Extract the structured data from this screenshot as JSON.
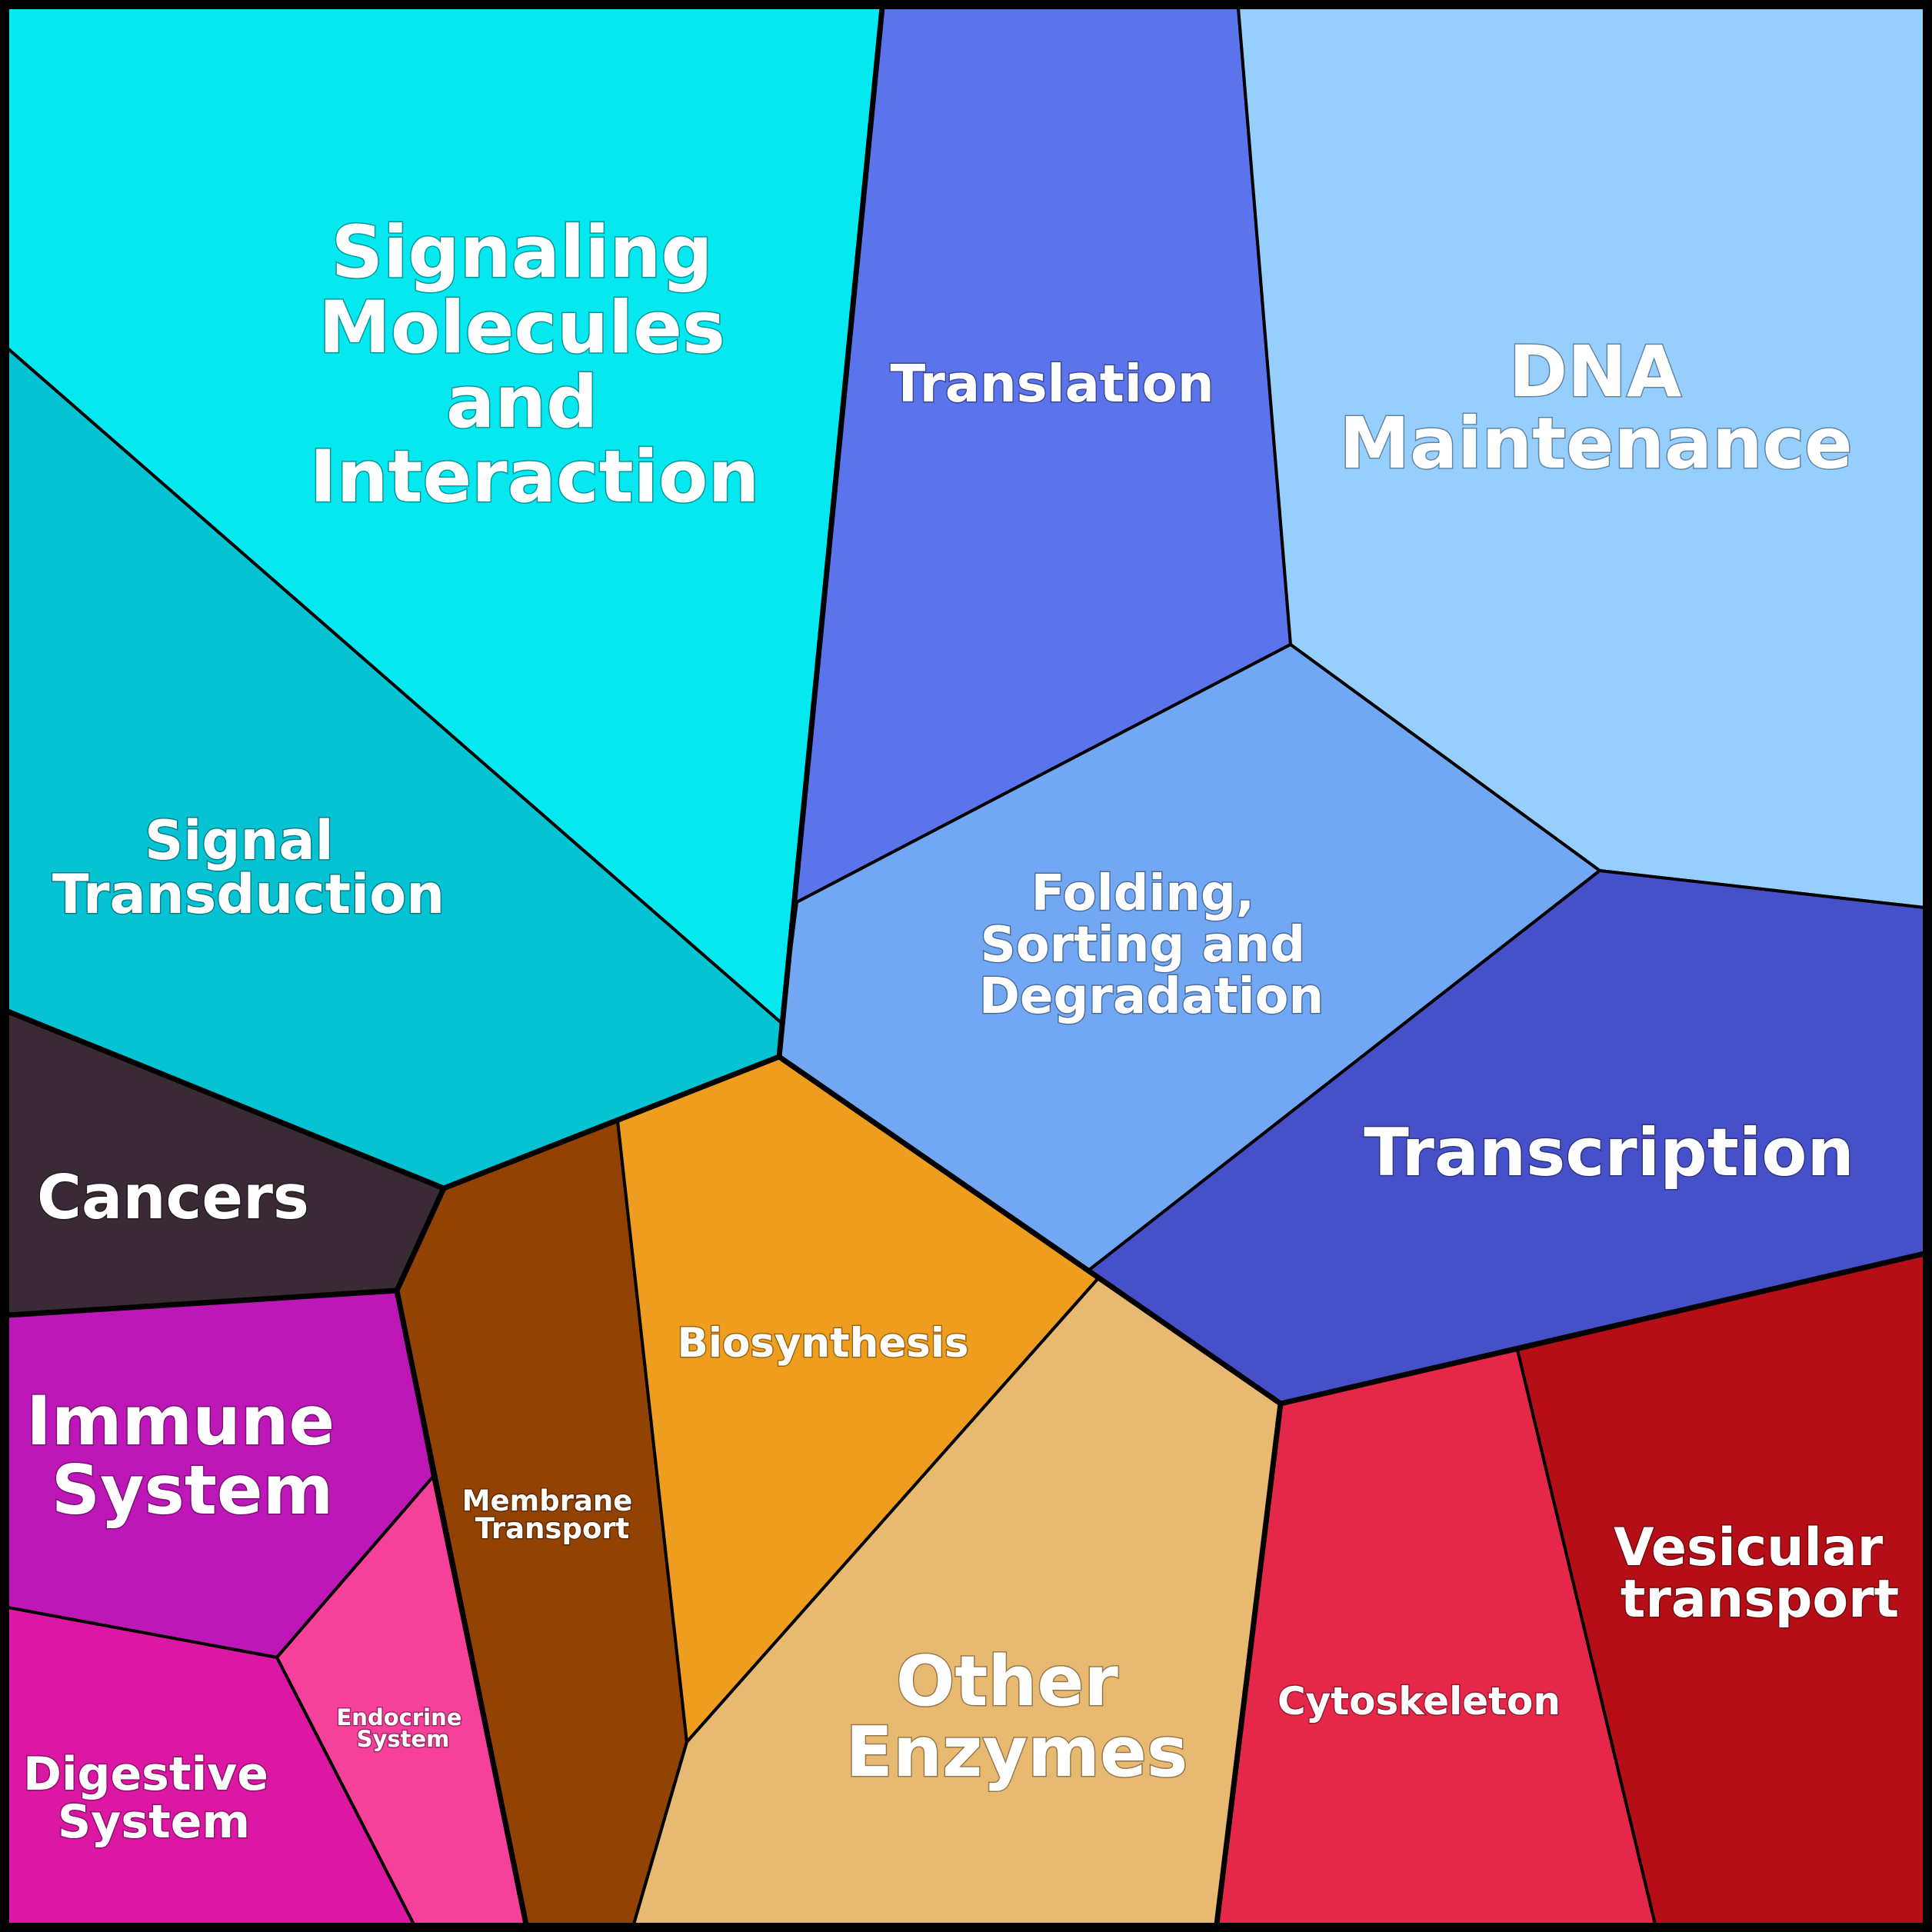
{
  "regions": [
    {
      "id": "signaling-molecules",
      "lines": [
        "Signaling",
        "Molecules",
        "and",
        "Interaction"
      ],
      "color": "#05e8ef"
    },
    {
      "id": "signal-transduction",
      "lines": [
        "Signal",
        "Transduction"
      ],
      "color": "#05c3d3"
    },
    {
      "id": "translation",
      "lines": [
        "Translation"
      ],
      "color": "#5b73eb"
    },
    {
      "id": "dna-maintenance",
      "lines": [
        "DNA",
        "Maintenance"
      ],
      "color": "#96cefd"
    },
    {
      "id": "folding-sorting",
      "lines": [
        "Folding,",
        "Sorting and",
        "Degradation"
      ],
      "color": "#72a8f3"
    },
    {
      "id": "transcription",
      "lines": [
        "Transcription"
      ],
      "color": "#4651c9"
    },
    {
      "id": "cancers",
      "lines": [
        "Cancers"
      ],
      "color": "#3a2a35"
    },
    {
      "id": "immune-system",
      "lines": [
        "Immune",
        "System"
      ],
      "color": "#bd17b7"
    },
    {
      "id": "endocrine-system",
      "lines": [
        "Endocrine",
        "System"
      ],
      "color": "#f6419b"
    },
    {
      "id": "digestive-system",
      "lines": [
        "Digestive",
        "System"
      ],
      "color": "#dc17a3"
    },
    {
      "id": "membrane-transport",
      "lines": [
        "Membrane",
        "Transport"
      ],
      "color": "#924304"
    },
    {
      "id": "biosynthesis",
      "lines": [
        "Biosynthesis"
      ],
      "color": "#ef9d1e"
    },
    {
      "id": "other-enzymes",
      "lines": [
        "Other",
        "Enzymes"
      ],
      "color": "#e8b970"
    },
    {
      "id": "cytoskeleton",
      "lines": [
        "Cytoskeleton"
      ],
      "color": "#e5284a"
    },
    {
      "id": "vesicular-transport",
      "lines": [
        "Vesicular",
        "transport"
      ],
      "color": "#b50e17"
    }
  ]
}
